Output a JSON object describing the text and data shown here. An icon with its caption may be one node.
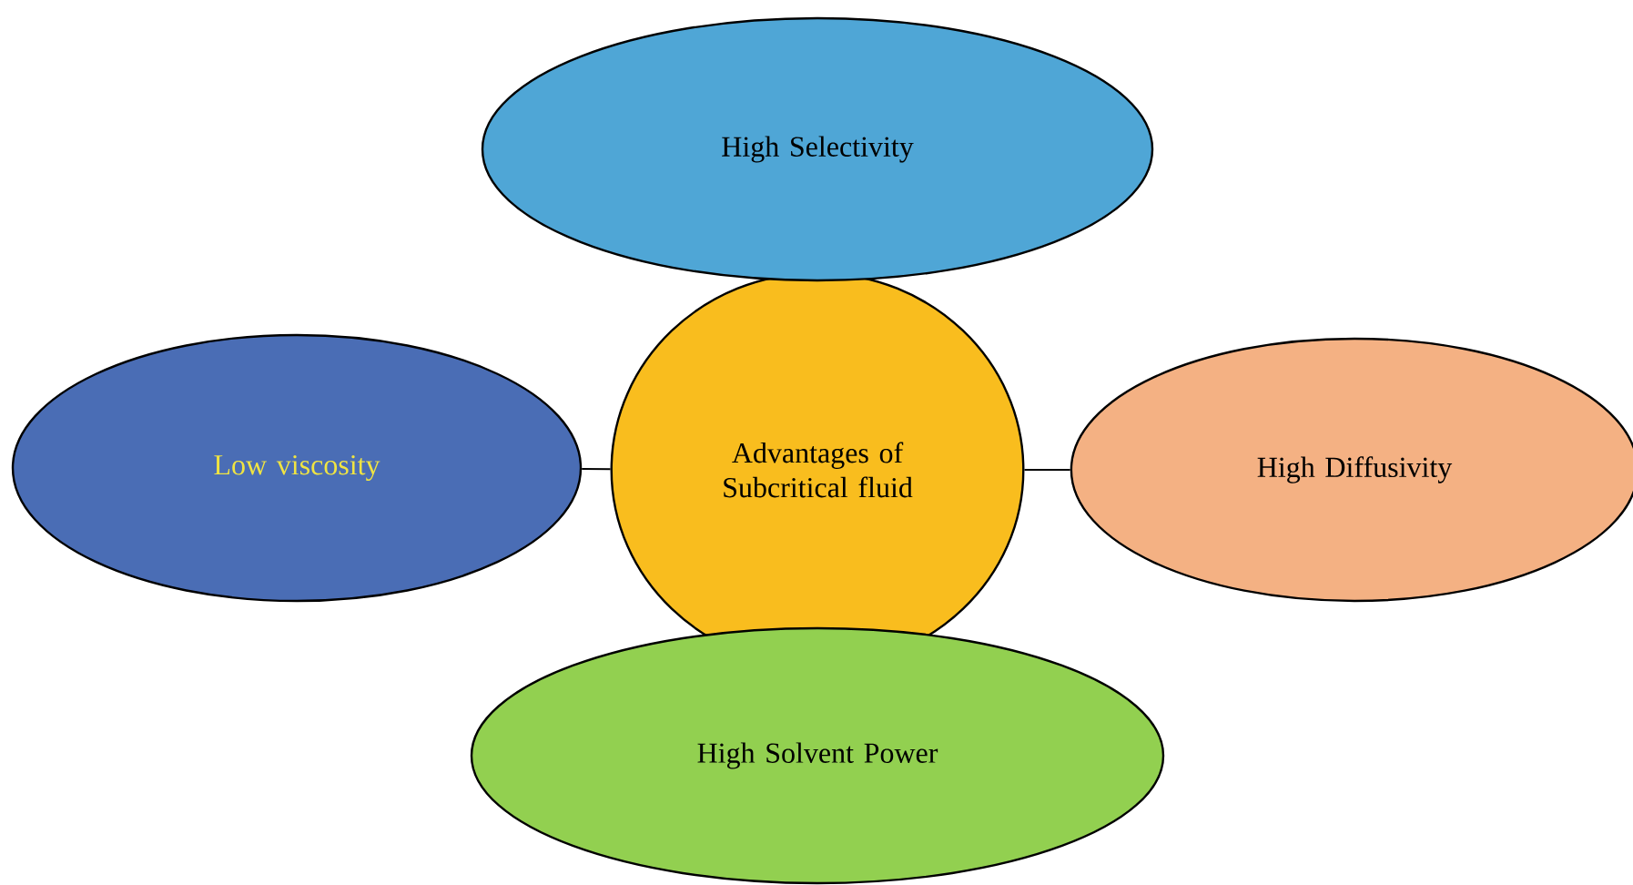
{
  "diagram": {
    "nodes": [
      {
        "text": [
          "High Selectivity"
        ]
      },
      {
        "text": [
          "Advantages of Subcritical fluid"
        ]
      },
      {
        "text": [
          "Low viscosity"
        ]
      },
      {
        "text": [
          "High Diffusivity"
        ]
      },
      {
        "text": [
          "High Solvent Power"
        ]
      }
    ],
    "edges": [
      {
        "from": 1,
        "to": 2,
        "arrow": "none"
      },
      {
        "from": 1,
        "to": 3,
        "arrow": "none"
      }
    ]
  }
}
